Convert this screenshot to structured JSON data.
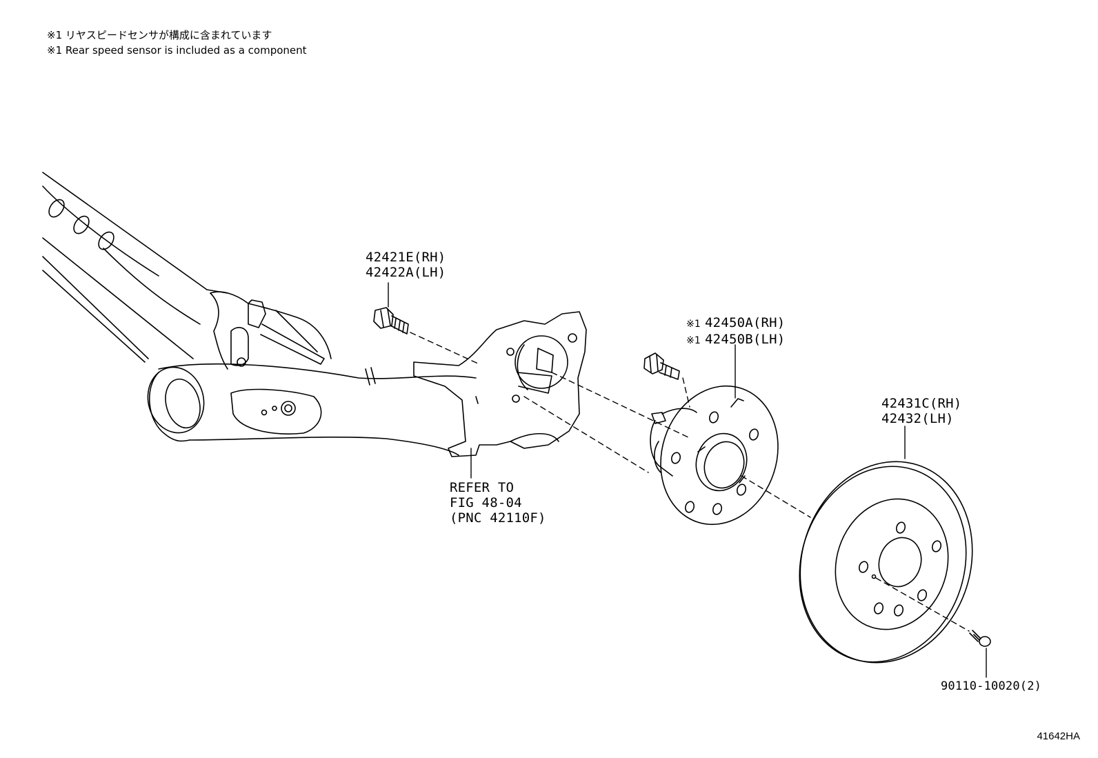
{
  "notes": {
    "jp": "※1 リヤスピードセンサが構成に含まれています",
    "en": "※1 Rear speed sensor is included as a component"
  },
  "callouts": {
    "bolt_hub": {
      "line1": "42421E(RH)",
      "line2": "42422A(LH)"
    },
    "hub_bearing": {
      "marker": "※1",
      "line1": "42450A(RH)",
      "line2": "42450B(LH)"
    },
    "disc": {
      "line1": "42431C(RH)",
      "line2": "42432(LH)"
    },
    "refer": {
      "line1": "REFER TO",
      "line2": "FIG 48-04",
      "line3": "(PNC 42110F)"
    },
    "screw": {
      "line1": "90110-10020(2)"
    }
  },
  "figure_number": "41642HA"
}
